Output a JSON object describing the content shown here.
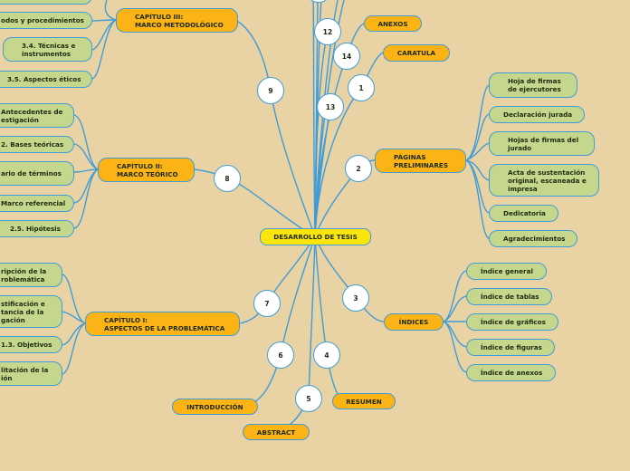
{
  "center": "DESARROLLO DE TESIS",
  "numbers": {
    "n1": "1",
    "n2": "2",
    "n3": "3",
    "n4": "4",
    "n5": "5",
    "n6": "6",
    "n7": "7",
    "n8": "8",
    "n9": "9",
    "n12": "12",
    "n13": "13",
    "n14": "14"
  },
  "topics": {
    "anexos": "ANEXOS",
    "caratula": "CARATULA",
    "paginas": "PÁGINAS\nPRELIMINARES",
    "indices": "ÍNDICES",
    "resumen": "RESUMEN",
    "abstract": "ABSTRACT",
    "introduccion": "INTRODUCCIÓN",
    "cap1": "CAPÍTULO I:\nASPECTOS DE LA PROBLEMÁTICA",
    "cap2": "CAPÍTULO II:\nMARCO TEÓRICO",
    "cap3": "CAPÍTULO III:\nMARCO METODOLÓGICO"
  },
  "preliminares": [
    "Hoja de firmas\nde ejercutores",
    "Declaración jurada",
    "Hojas de firmas del\njurado",
    "Acta de sustentación\noriginal, escaneada e\nimpresa",
    "Dedicatoria",
    "Agradecimientos"
  ],
  "indices": [
    "Índice general",
    "Índice de tablas",
    "Índice de gráficos",
    "Índice de figuras",
    "Índice de anexos"
  ],
  "cap1": [
    "ripción de la\nroblemática",
    "stificación e\ntancia de la\ngación",
    "1.3. Objetivos",
    "litación de la\nión"
  ],
  "cap2": [
    "Antecedentes de\nestigación",
    "2. Bases teóricas",
    "ario de términos",
    "Marco referencial",
    "2.5. Hipótesis"
  ],
  "cap3": [
    "odos y procedimientos",
    "3.4. Técnicas e\ninstrumentos",
    "3.5. Aspectos éticos"
  ]
}
